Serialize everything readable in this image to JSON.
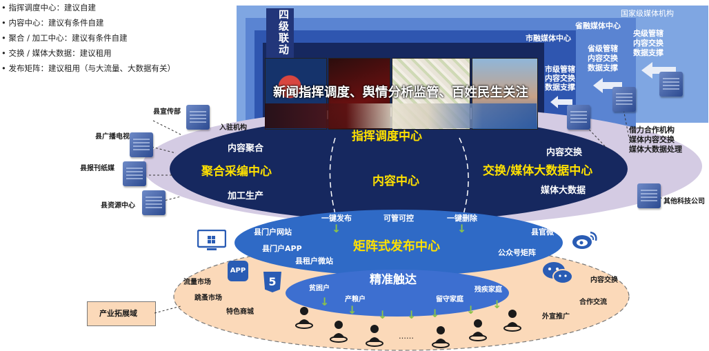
{
  "notes": [
    "指挥调度中心：建议自建",
    "内容中心：建议有条件自建",
    "聚合 / 加工中心：建议有条件自建",
    "交换 / 媒体大数据：建议租用",
    "发布矩阵：建议租用（与大流量、大数据有关）"
  ],
  "levels": {
    "vertical": [
      "四",
      "级",
      "联",
      "动"
    ],
    "national": "国家级媒体机构",
    "province": "省融媒体中心",
    "city": "市融媒体中心",
    "central_support": [
      "央级管辖",
      "内容交换",
      "数据支撑"
    ],
    "province_support": [
      "省级管辖",
      "内容交换",
      "数据支撑"
    ],
    "city_support": [
      "市级管辖",
      "内容交换",
      "数据支撑"
    ]
  },
  "banner": "新闻指挥调度、舆情分析监管、百姓民生关注",
  "command_center": "指挥调度中心",
  "aggregation": {
    "top": "内容聚合",
    "title": "聚合采编中心",
    "bottom": "加工生产"
  },
  "content_center": "内容中心",
  "exchange": {
    "top": "内容交换",
    "title": "交换/媒体大数据中心",
    "bottom": "媒体大数据"
  },
  "left_sources": {
    "station": "入驻机构",
    "items": [
      "县宣传部",
      "县广播电视台",
      "县报刊纸媒",
      "县资源中心"
    ]
  },
  "right_partners": {
    "lines": [
      "借力合作机构",
      "媒体内容交换",
      "媒体大数据处理"
    ],
    "other": "其他科技公司"
  },
  "publish": {
    "one_click_publish": "一键发布",
    "controllable": "可管可控",
    "one_click_delete": "一键删除",
    "title": "矩阵式发布中心",
    "portal": "县门户网站",
    "app": "县门户APP",
    "weibo_site": "县租户微站",
    "weibo": "县官微",
    "wechat": "公众号矩阵"
  },
  "precise": {
    "title": "精准触达",
    "groups": [
      "贫困户",
      "产粮户",
      "留守家庭",
      "残疾家庭"
    ]
  },
  "outer": {
    "left": [
      "流量市场",
      "跳蚤市场",
      "特色商城"
    ],
    "right": [
      "内容交换",
      "合作交流",
      "外宣推广"
    ],
    "ellipsis": "……"
  },
  "industry_label": "产业拓展域",
  "icons": {
    "app_label": "APP",
    "html5_label": "5"
  },
  "colors": {
    "dark_navy": "#16285f",
    "mid_blue": "#2f56b0",
    "light_blue": "#7fa6e2",
    "lavender": "#d4cbe3",
    "peach": "#fbd9b9",
    "yellow": "#ffe100",
    "green": "#8bc34a"
  }
}
